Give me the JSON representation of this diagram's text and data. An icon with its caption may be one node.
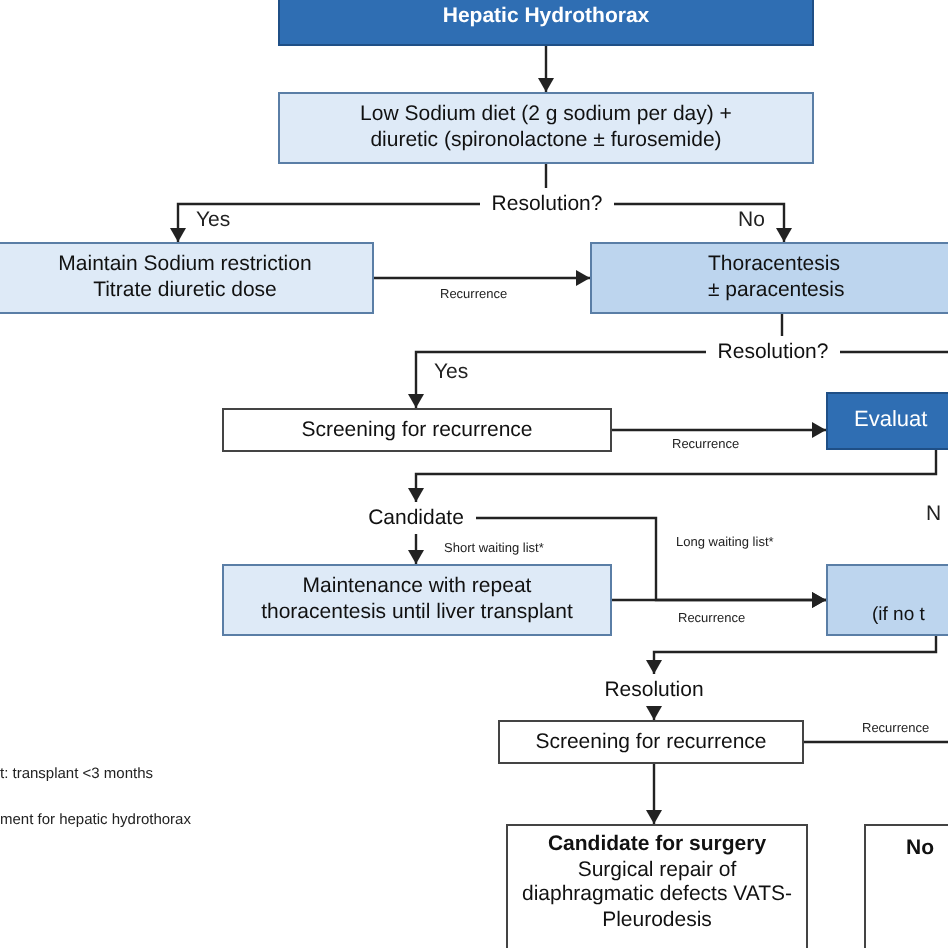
{
  "diagram": {
    "nodes": [
      {
        "text": [
          "Hepatic Hydrothorax"
        ]
      },
      {
        "text": [
          "Low Sodium diet (2 g sodium per day) + diuretic (spironolactone ± furosemide)"
        ]
      },
      {
        "text": [
          "Resolution?"
        ]
      },
      {
        "text": [
          "Maintain Sodium restriction",
          "Titrate diuretic dose"
        ]
      },
      {
        "text": [
          "Thoracentesis",
          "± paracentesis"
        ]
      },
      {
        "text": [
          "Resolution?"
        ]
      },
      {
        "text": [
          "Screening for recurrence"
        ]
      },
      {
        "text": [
          "Evaluat"
        ]
      },
      {
        "text": [
          "Candidate"
        ]
      },
      {
        "text": [
          "Maintenance with repeat thoracentesis until liver transplant"
        ]
      },
      {
        "text": [
          "(if no t"
        ]
      },
      {
        "text": [
          "Resolution"
        ]
      },
      {
        "text": [
          "Screening for recurrence"
        ]
      },
      {
        "text": [
          "Candidate for surgery",
          "Surgical repair of diaphragmatic defects VATS-Pleurodesis"
        ]
      },
      {
        "text": [
          "No"
        ]
      }
    ],
    "edges": [
      {
        "from": 0,
        "to": 1,
        "arrow": "to"
      },
      {
        "from": 1,
        "to": 2,
        "arrow": "none"
      },
      {
        "from": 2,
        "to": 3,
        "arrow": "to",
        "label": "Yes"
      },
      {
        "from": 2,
        "to": 4,
        "arrow": "to",
        "label": "No"
      },
      {
        "from": 3,
        "to": 4,
        "arrow": "to",
        "label": "Recurrence"
      },
      {
        "from": 4,
        "to": 5,
        "arrow": "none"
      },
      {
        "from": 5,
        "to": 6,
        "arrow": "to",
        "label": "Yes"
      },
      {
        "from": 5,
        "to": null,
        "arrow": "none"
      },
      {
        "from": 6,
        "to": 7,
        "arrow": "to",
        "label": "Recurrence"
      },
      {
        "from": 7,
        "to": 8,
        "arrow": "to"
      },
      {
        "from": 8,
        "to": 9,
        "arrow": "to",
        "label": "Short waiting list*"
      },
      {
        "from": 8,
        "to": 10,
        "arrow": "to",
        "label": "Long waiting list*"
      },
      {
        "from": 9,
        "to": 10,
        "arrow": "to",
        "label": "Recurrence"
      },
      {
        "from": 10,
        "to": 11,
        "arrow": "to"
      },
      {
        "from": 11,
        "to": 12,
        "arrow": "to"
      },
      {
        "from": 12,
        "to": null,
        "arrow": "none",
        "label": "Recurrence"
      },
      {
        "from": 12,
        "to": 13,
        "arrow": "to"
      }
    ],
    "labels": [
      "N",
      "t: transplant <3 months",
      "ment for hepatic hydrothorax"
    ]
  }
}
